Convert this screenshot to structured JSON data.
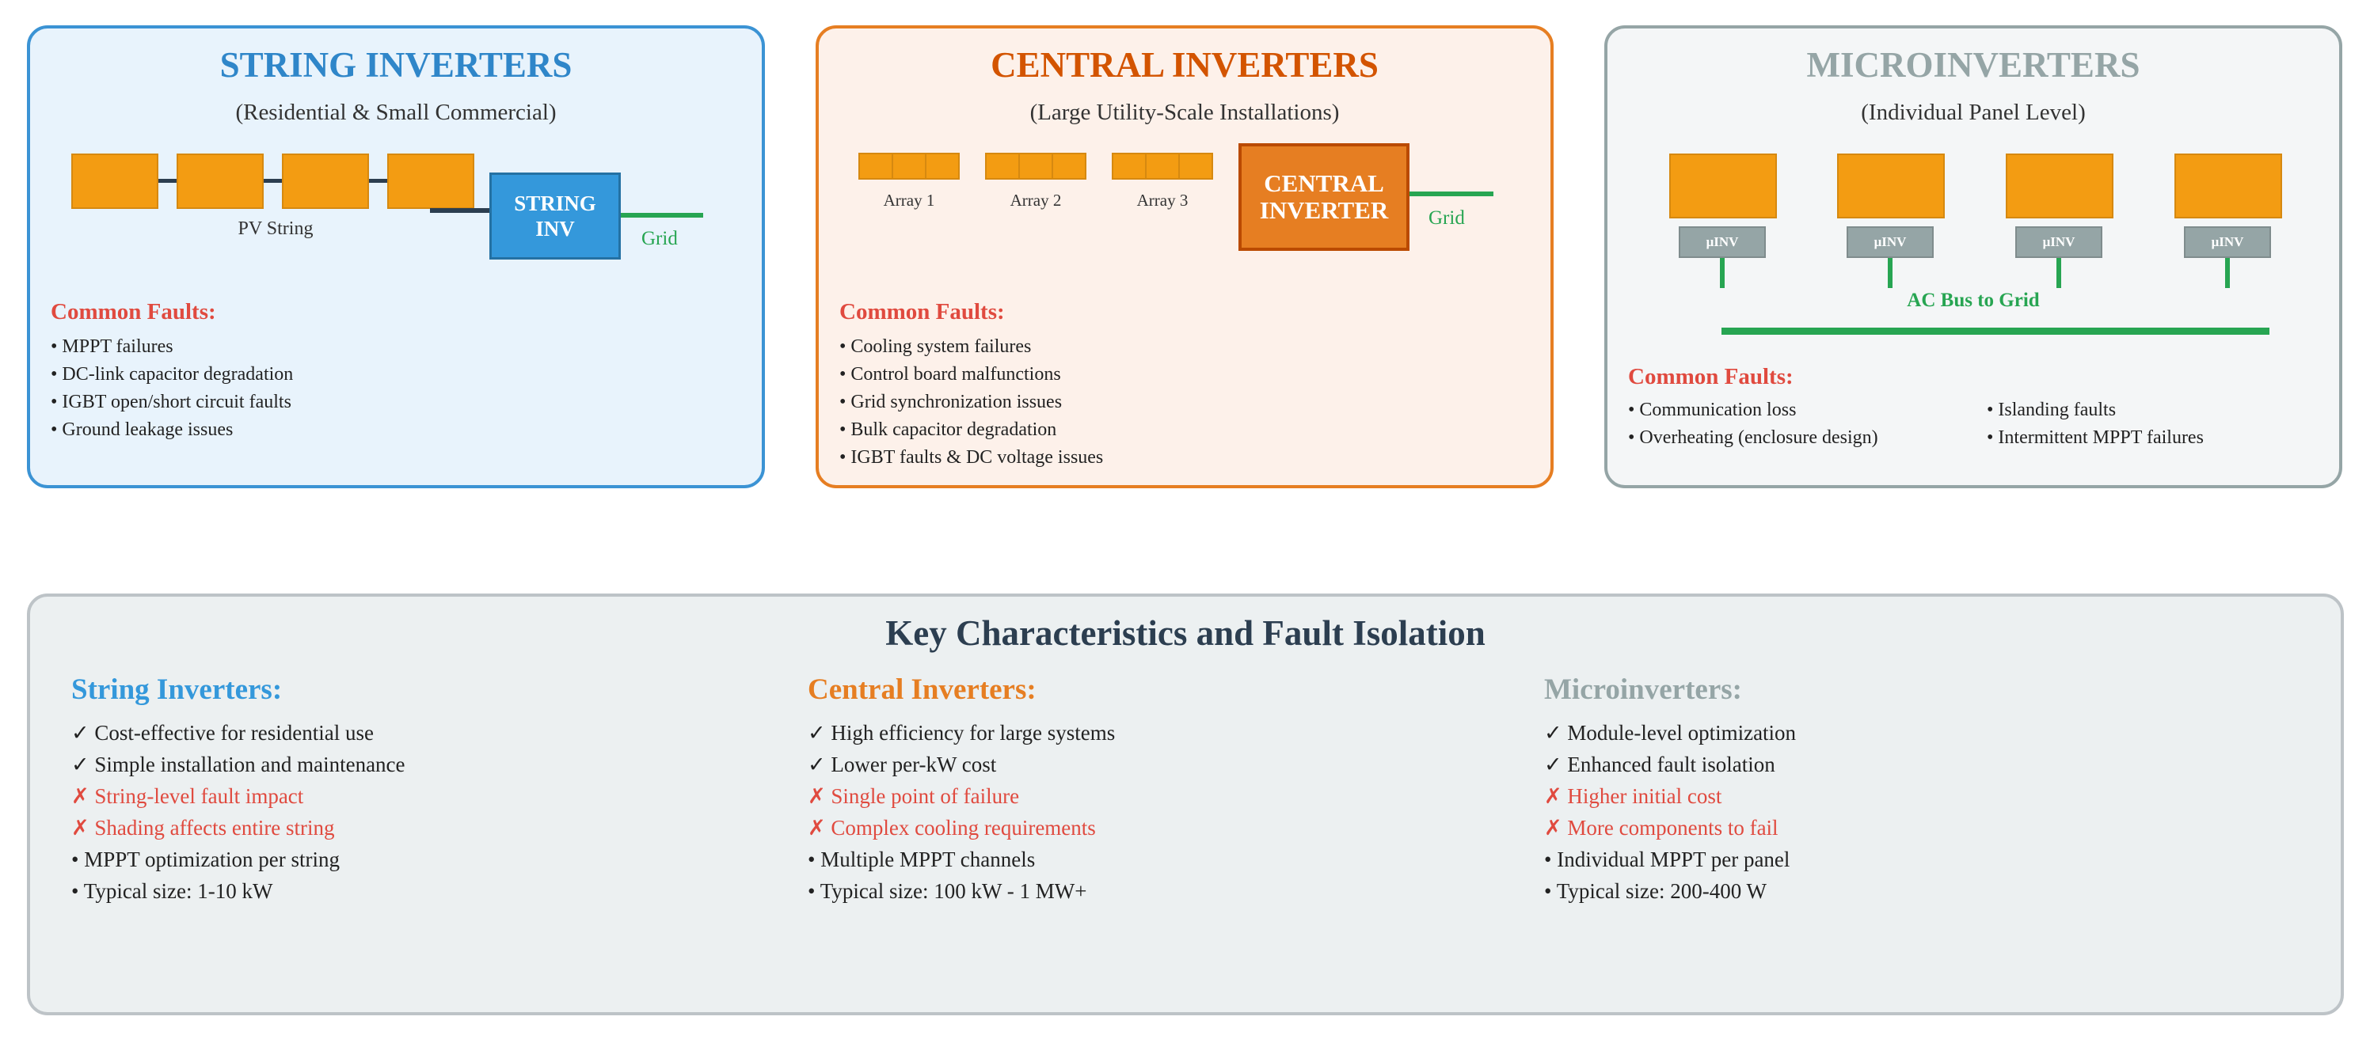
{
  "string_panel": {
    "title": "STRING INVERTERS",
    "subtitle": "(Residential & Small Commercial)",
    "pv_label": "PV String",
    "inverter_label": "STRING\nINV",
    "grid_label": "Grid",
    "faults_title": "Common Faults:",
    "faults": [
      "• MPPT failures",
      "• DC-link capacitor degradation",
      "• IGBT open/short circuit faults",
      "• Ground leakage issues"
    ],
    "colors": {
      "accent": "#2f86c9",
      "background": "#e8f3fc",
      "inverter": "#3498db"
    }
  },
  "central_panel": {
    "title": "CENTRAL INVERTERS",
    "subtitle": "(Large Utility-Scale Installations)",
    "arrays": [
      "Array 1",
      "Array 2",
      "Array 3"
    ],
    "inverter_label": "CENTRAL\nINVERTER",
    "grid_label": "Grid",
    "faults_title": "Common Faults:",
    "faults": [
      "• Cooling system failures",
      "• Control board malfunctions",
      "• Grid synchronization issues",
      "• Bulk capacitor degradation",
      "• IGBT faults & DC voltage issues"
    ],
    "colors": {
      "accent": "#d35400",
      "background": "#fdf1ea",
      "inverter": "#e67e22"
    }
  },
  "micro_panel": {
    "title": "MICROINVERTERS",
    "subtitle": "(Individual Panel Level)",
    "micro_label": "μINV",
    "bus_label": "AC Bus to Grid",
    "faults_title": "Common Faults:",
    "faults_left": [
      "• Communication loss",
      "• Overheating (enclosure design)"
    ],
    "faults_right": [
      "• Islanding faults",
      "• Intermittent MPPT failures"
    ],
    "colors": {
      "accent": "#95a5a6",
      "background": "#f4f6f7"
    }
  },
  "key": {
    "title": "Key Characteristics and Fault Isolation",
    "columns": [
      {
        "heading": "String Inverters:",
        "color": "#3498db",
        "items": [
          {
            "text": "✓ Cost-effective for residential use",
            "kind": "pro"
          },
          {
            "text": "✓ Simple installation and maintenance",
            "kind": "pro"
          },
          {
            "text": "✗ String-level fault impact",
            "kind": "con"
          },
          {
            "text": "✗ Shading affects entire string",
            "kind": "con"
          },
          {
            "text": "• MPPT optimization per string",
            "kind": "neu"
          },
          {
            "text": "• Typical size: 1-10 kW",
            "kind": "neu"
          }
        ]
      },
      {
        "heading": "Central Inverters:",
        "color": "#e67e22",
        "items": [
          {
            "text": "✓ High efficiency for large systems",
            "kind": "pro"
          },
          {
            "text": "✓ Lower per-kW cost",
            "kind": "pro"
          },
          {
            "text": "✗ Single point of failure",
            "kind": "con"
          },
          {
            "text": "✗ Complex cooling requirements",
            "kind": "con"
          },
          {
            "text": "• Multiple MPPT channels",
            "kind": "neu"
          },
          {
            "text": "• Typical size: 100 kW - 1 MW+",
            "kind": "neu"
          }
        ]
      },
      {
        "heading": "Microinverters:",
        "color": "#95a5a6",
        "items": [
          {
            "text": "✓ Module-level optimization",
            "kind": "pro"
          },
          {
            "text": "✓ Enhanced fault isolation",
            "kind": "pro"
          },
          {
            "text": "✗ Higher initial cost",
            "kind": "con"
          },
          {
            "text": "✗ More components to fail",
            "kind": "con"
          },
          {
            "text": "• Individual MPPT per panel",
            "kind": "neu"
          },
          {
            "text": "• Typical size: 200-400 W",
            "kind": "neu"
          }
        ]
      }
    ]
  }
}
